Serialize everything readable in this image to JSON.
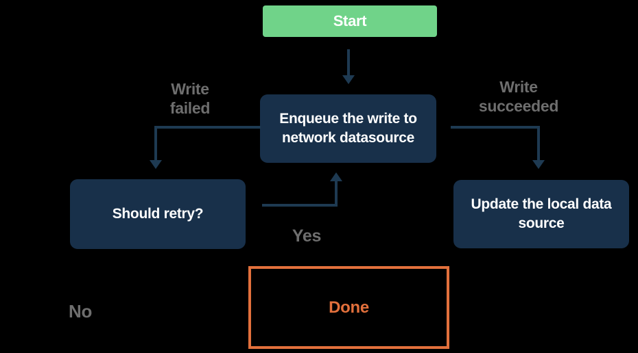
{
  "nodes": {
    "start": {
      "label": "Start"
    },
    "enqueue": {
      "label": "Enqueue the write to network datasource"
    },
    "should_retry": {
      "label": "Should retry?"
    },
    "update_local": {
      "label": "Update the local data source"
    },
    "done": {
      "label": "Done"
    }
  },
  "edge_labels": {
    "write_failed": "Write\nfailed",
    "write_succeeded": "Write\nsucceeded",
    "yes": "Yes",
    "no": "No"
  },
  "colors": {
    "background": "#000000",
    "start_fill": "#70d389",
    "node_fill": "#18304a",
    "node_text": "#ffffff",
    "edge_color": "#1e3a52",
    "label_gray": "#6e6e6e",
    "accent_orange": "#e2703c"
  }
}
